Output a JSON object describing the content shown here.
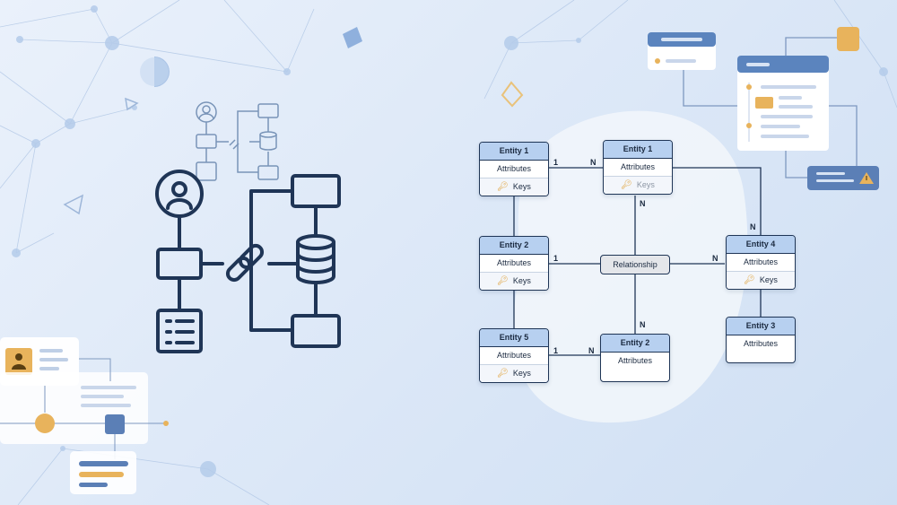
{
  "diagram": {
    "entities": [
      {
        "id": "e1a",
        "title": "Entity 1",
        "attributes": "Attributes",
        "keys": "Keys"
      },
      {
        "id": "e1b",
        "title": "Entity 1",
        "attributes": "Attributes",
        "keys": "Keys"
      },
      {
        "id": "e2a",
        "title": "Entity 2",
        "attributes": "Attributes",
        "keys": "Keys"
      },
      {
        "id": "e4",
        "title": "Entity 4",
        "attributes": "Attributes",
        "keys": "Keys"
      },
      {
        "id": "e5",
        "title": "Entity 5",
        "attributes": "Attributes",
        "keys": "Keys"
      },
      {
        "id": "e2b",
        "title": "Entity 2",
        "attributes": "Attributes"
      },
      {
        "id": "e3",
        "title": "Entity 3",
        "attributes": "Attributes"
      }
    ],
    "relationship": "Relationship",
    "cardinality": {
      "one": "1",
      "many": "N"
    }
  },
  "colors": {
    "navy": "#1f3556",
    "accent_blue": "#5b84be",
    "accent_gold": "#e2ae52",
    "header_blue": "#b7d0f0"
  }
}
